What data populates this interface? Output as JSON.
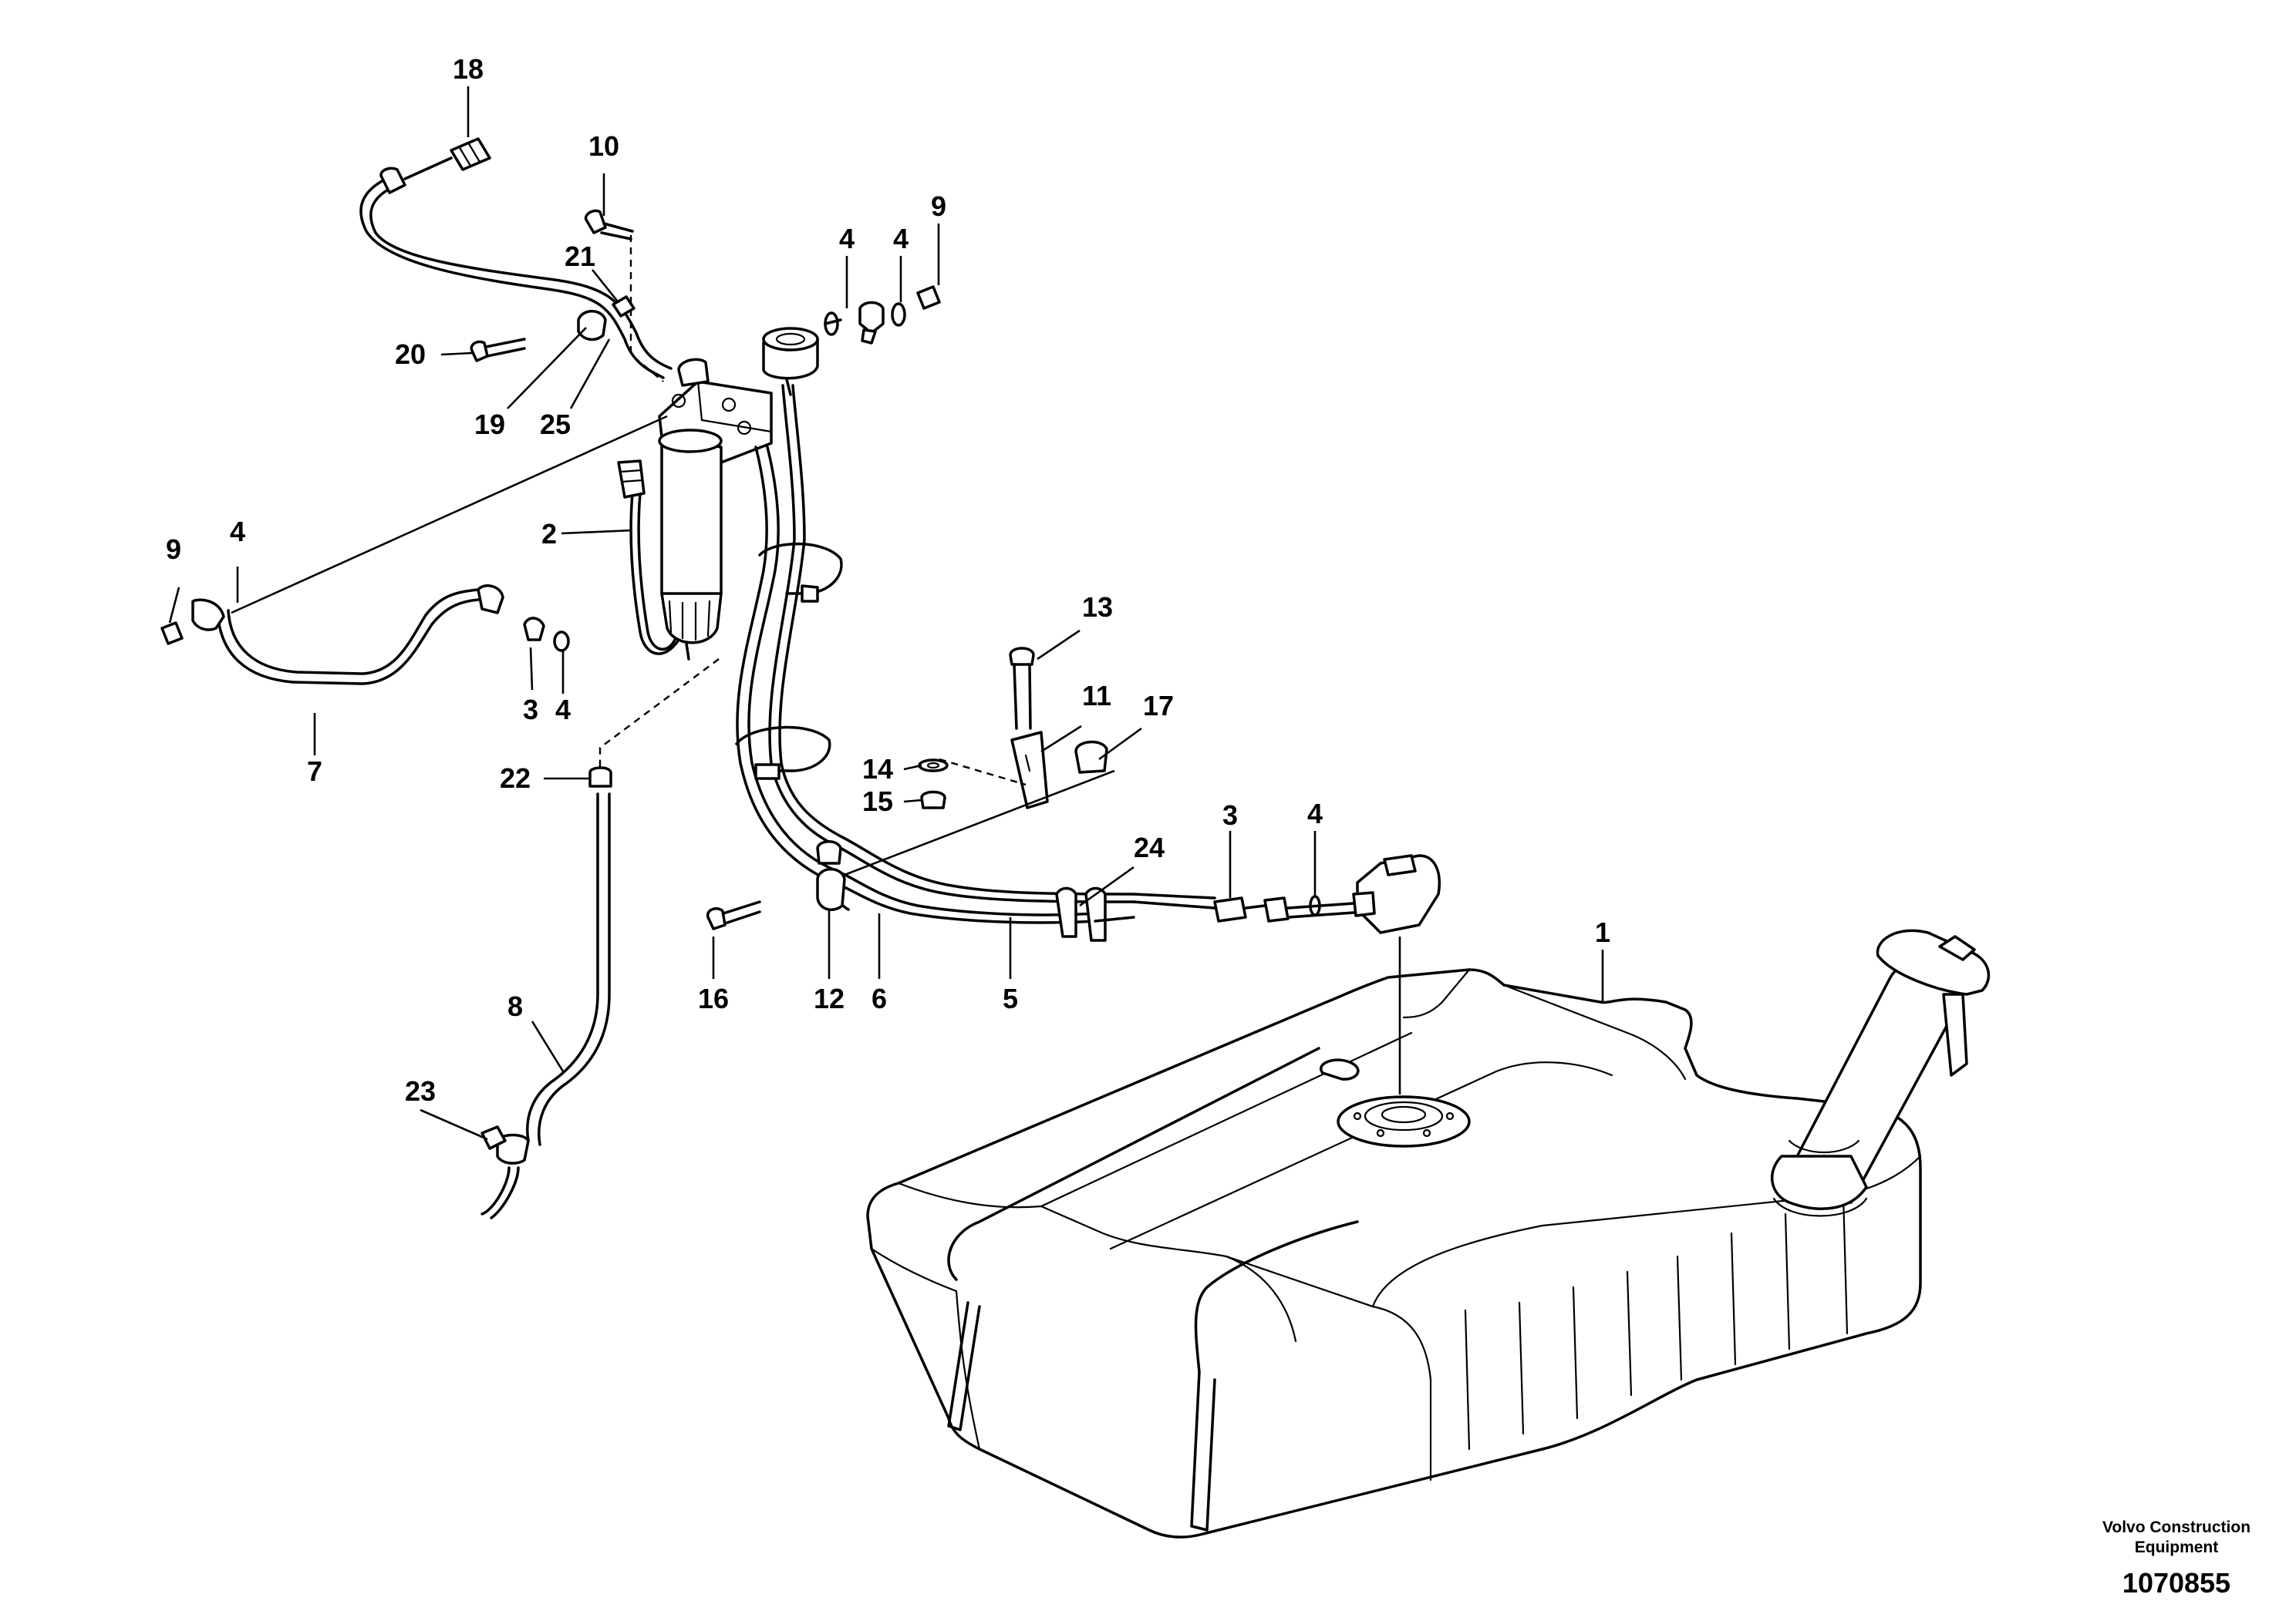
{
  "diagram": {
    "callouts": {
      "c1": "1",
      "c2": "2",
      "c3a": "3",
      "c3b": "3",
      "c4a": "4",
      "c4b": "4",
      "c4c": "4",
      "c4d": "4",
      "c5": "5",
      "c6": "6",
      "c7": "7",
      "c8": "8",
      "c9a": "9",
      "c9b": "9",
      "c10": "10",
      "c11": "11",
      "c12": "12",
      "c13": "13",
      "c14": "14",
      "c15": "15",
      "c16": "16",
      "c17": "17",
      "c18": "18",
      "c19": "19",
      "c20": "20",
      "c21": "21",
      "c22": "22",
      "c23": "23",
      "c24": "24",
      "c25": "25"
    },
    "credit": {
      "line1": "Volvo Construction",
      "line2": "Equipment"
    },
    "drawing_number": "1070855"
  }
}
